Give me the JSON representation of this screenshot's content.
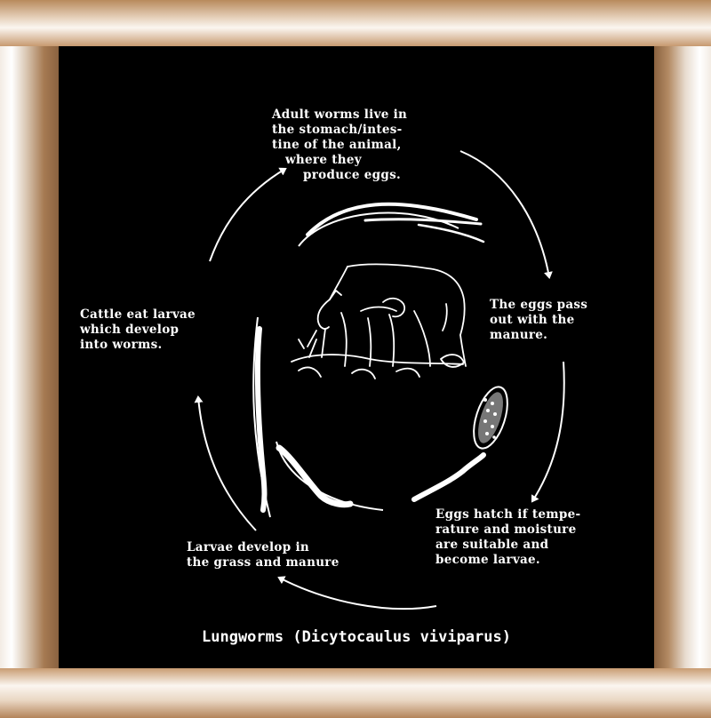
{
  "diagram": {
    "caption": "Lungworms (Dicytocaulus viviparus)",
    "stages": {
      "adult_worms": "Adult worms live in\nthe stomach/intes-\ntine of the animal,\n   where they\n       produce eggs.",
      "eggs_pass": "The eggs pass\nout with the\nmanure.",
      "eggs_hatch": "Eggs hatch if tempe-\nrature and moisture\nare suitable and\nbecome larvae.",
      "larvae_develop": "Larvae develop in\nthe grass and manure",
      "cattle_eat": "Cattle eat larvae\nwhich develop\ninto worms."
    }
  },
  "colors": {
    "board": "#000000",
    "chalk": "#ffffff",
    "frame_wood": "#b3845a"
  },
  "icons": [
    "cow-illustration",
    "adult-worm-icon",
    "egg-icon",
    "larva-icon"
  ]
}
